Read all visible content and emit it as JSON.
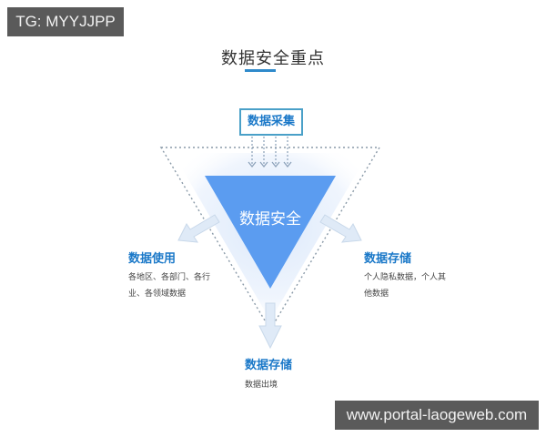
{
  "watermarks": {
    "top_left": "TG: MYYJJPP",
    "bottom_right": "www.portal-laogeweb.com"
  },
  "title": "数据安全重点",
  "colors": {
    "accent": "#1a78c8",
    "core_triangle": "#5b9cf0",
    "arrow_fill": "#dbe8f7",
    "dotted_outline": "#8a9aa8",
    "watermark_bg": "#5a5a5a"
  },
  "diagram": {
    "input": {
      "label": "数据采集",
      "icon": "dotted-down-arrows"
    },
    "core": {
      "label": "数据安全",
      "shape": "inverted-triangle"
    },
    "outputs": [
      {
        "id": "left",
        "heading": "数据使用",
        "description": "各地区、各部门、各行业、各领域数据",
        "lines": [
          "各地区、各部门、各行",
          "业、各领域数据"
        ],
        "icon": "arrow-down-left"
      },
      {
        "id": "right",
        "heading": "数据存储",
        "description": "个人隐私数据，个人其他数据",
        "lines": [
          "个人隐私数据，个人其",
          "他数据"
        ],
        "icon": "arrow-down-right"
      },
      {
        "id": "bottom",
        "heading": "数据存储",
        "description": "数据出境",
        "lines": [
          "数据出境"
        ],
        "icon": "arrow-down"
      }
    ]
  }
}
